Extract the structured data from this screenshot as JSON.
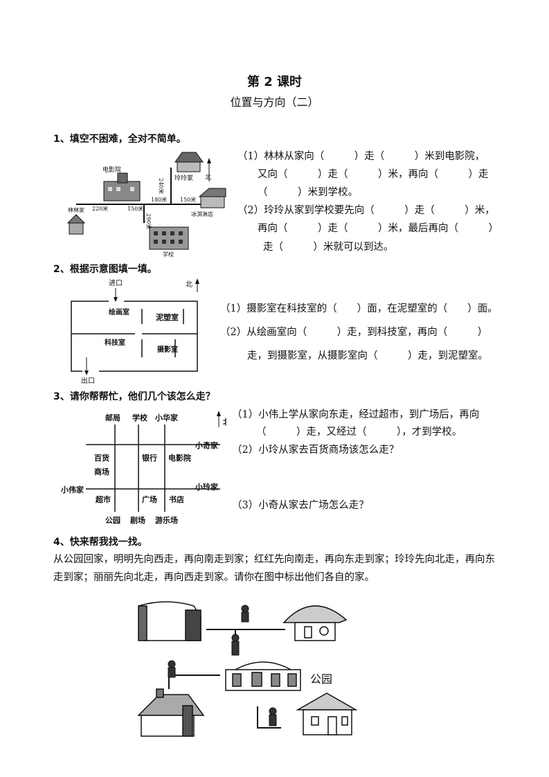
{
  "header": {
    "lesson": "第 2 课时",
    "subtitle": "位置与方向（二）"
  },
  "section1": {
    "heading": "1、填空不困难，全对不简单。",
    "map_labels": {
      "cinema": "电影院",
      "linglinghome": "玲玲家",
      "north": "北",
      "linlinhome": "林林家",
      "d220": "220米",
      "d150a": "150米",
      "d180": "180米",
      "d240": "240米",
      "d150b": "150米",
      "d290": "290米",
      "icecream": "冰淇淋店",
      "school": "学校"
    },
    "lines": [
      "（1）林林从家向（　　　）走（　　　）米到电影院，",
      "又向（　　　）走（　　　）米，再向（　　　）走",
      "（　　　）米到学校。",
      "（2）玲玲从家到学校要先向（　　　）走（　　　）米，",
      "再向（　　　）走（　　　）米，最后再向（　　　）",
      "走（　　　）米就可以到达。"
    ]
  },
  "section2": {
    "heading": "2、根据示意图填一填。",
    "map_labels": {
      "entrance": "进口",
      "north": "北",
      "painting": "绘画室",
      "clay": "泥塑室",
      "science": "科技室",
      "photo": "摄影室",
      "exit": "出口"
    },
    "lines": [
      "（1）摄影室在科技室的（　　）面，在泥塑室的（　　）面。",
      "（2）从绘画室向（　　　）走，到科技室，再向（　　　）",
      "走，到摄影室，从摄影室向（　　　）走，到泥塑室。"
    ]
  },
  "section3": {
    "heading": "3、请你帮帮忙，他们几个该怎么走？",
    "map_labels": {
      "post": "邮局",
      "school": "学校",
      "xiaohua": "小华家",
      "north": "北",
      "xiaoqi": "小奇家",
      "dept1": "百货",
      "dept2": "商场",
      "bank": "银行",
      "cinema": "电影院",
      "xiaowei": "小伟家",
      "xiaoling": "小玲家",
      "market": "超市",
      "plaza": "广场",
      "bookstore": "书店",
      "park": "公园",
      "theater": "剧场",
      "amusement": "游乐场"
    },
    "lines": [
      "（1）小伟上学从家向东走，经过超市，到广场后，再向",
      "（　　　）走，又经过（　　　），才到学校。",
      "（2）小玲从家去百货商场该怎么走？",
      "（3）小奇从家去广场怎么走？"
    ]
  },
  "section4": {
    "heading": "4、快来帮我找一找。",
    "paragraph": "从公园回家，明明先向西走，再向南走到家；红红先向南走，再向东走到家；玲玲先向北走，再向东走到家；丽丽先向北走，再向西走到家。请你在图中标出他们各自的家。",
    "park_label": "公园"
  }
}
